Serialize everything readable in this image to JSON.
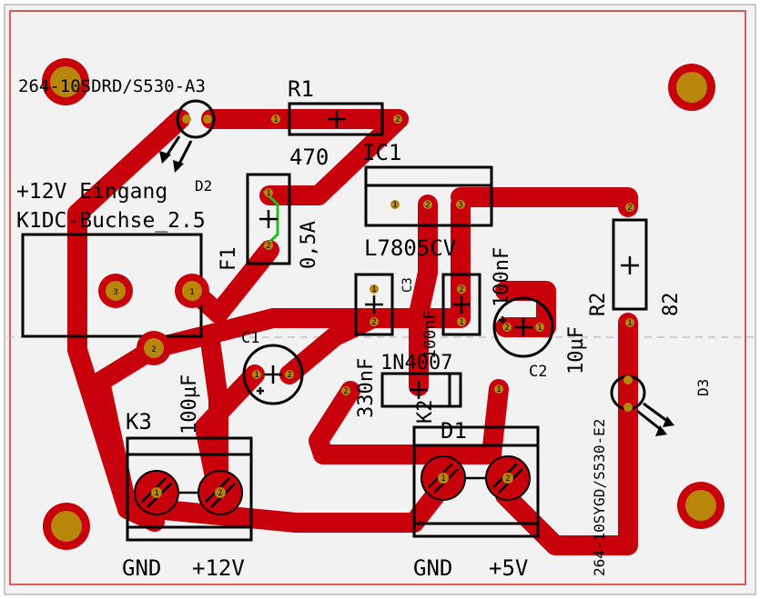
{
  "colors": {
    "background": "#f2f2f2",
    "frame": "#e05a5a",
    "copper": "#c8000b",
    "pad": "#b8860b",
    "silk": "#000000",
    "fuse_wire": "#22bb22"
  },
  "labels": {
    "top_part_number": "264-10SDRD/S530-A3",
    "r1_name": "R1",
    "r1_value": "470",
    "ic1_name": "IC1",
    "ic1_value": "L7805CV",
    "d2_name": "D2",
    "input_line1": "+12V Eingang",
    "input_line2": "K1DC-Buchse_2.5",
    "f1_name": "F1",
    "f1_value": "0,5A",
    "c3_name": "C3",
    "c3_value": "330nF",
    "c4_value": "100nF",
    "c1_name": "C1",
    "c1_value": "100µF",
    "c2_name": "C2",
    "c2_value": "10µF",
    "r2_name": "R2",
    "r2_value": "82",
    "d3_name": "D3",
    "diode_value": "1N4007",
    "k2_name": "K2",
    "k3_name": "K3",
    "d1_name": "D1",
    "k3_gnd": "GND",
    "k3_plus": "+12V",
    "k2_gnd": "GND",
    "k2_plus": "+5V",
    "bottom_part_number": "264-10SYGD/S530-E2"
  },
  "pin_numbers": {
    "one": "1",
    "two": "2",
    "three": "3"
  }
}
